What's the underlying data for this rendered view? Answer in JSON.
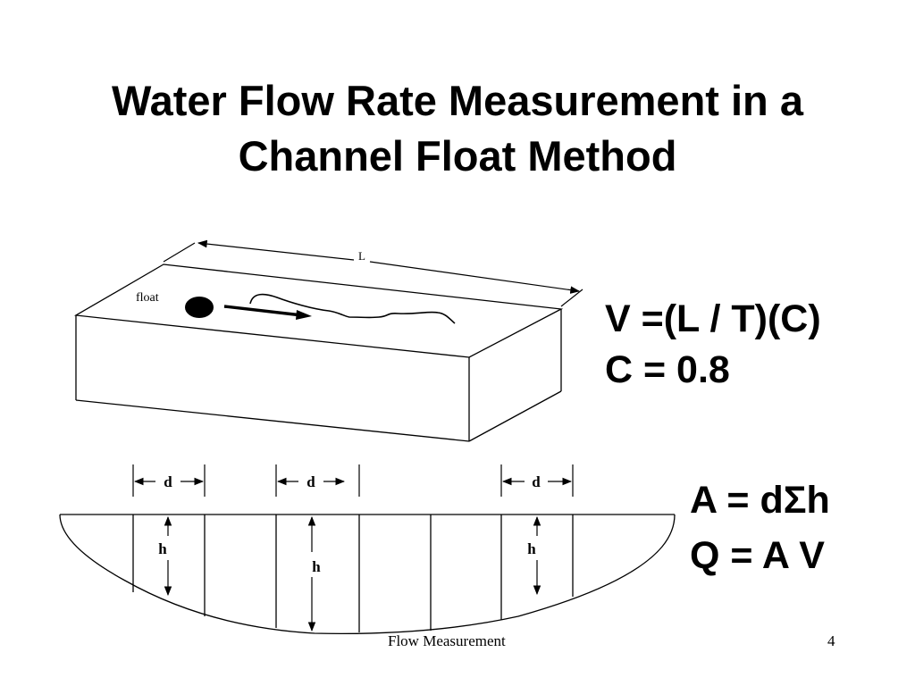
{
  "slide": {
    "title_line1": "Water Flow Rate Measurement in a",
    "title_line2": "Channel Float Method"
  },
  "diagram_top": {
    "length_label": "L",
    "float_label": "float"
  },
  "diagram_bottom": {
    "width_label": "d",
    "height_label": "h"
  },
  "formulas": {
    "velocity": "V =(L / T)(C)",
    "coefficient": "C = 0.8",
    "area": "A = dΣh",
    "discharge": "Q = A V"
  },
  "footer": {
    "text": "Flow Measurement",
    "page_number": "4"
  }
}
